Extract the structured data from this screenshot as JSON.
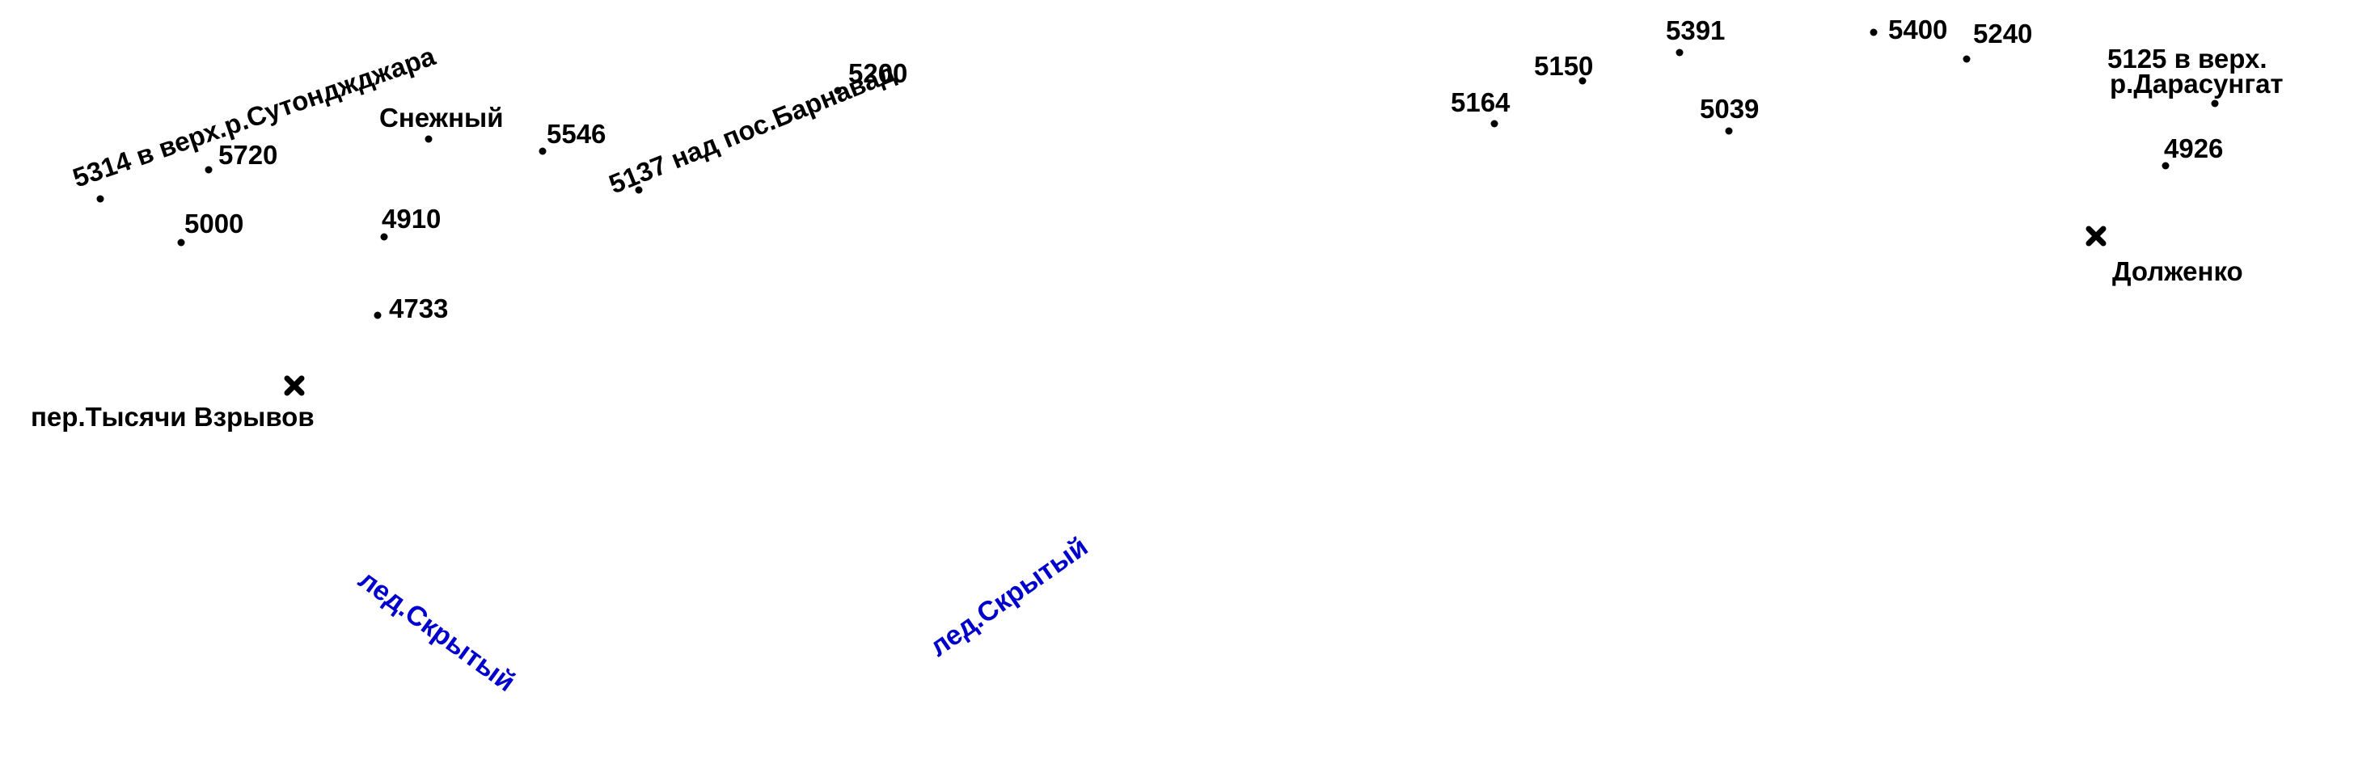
{
  "map": {
    "background": "#ffffff",
    "label_color": "#000000",
    "glacier_color": "#0000cc",
    "peaks": [
      {
        "id": "p5314",
        "label": "5314 в верх.р.Сутонджджара"
      },
      {
        "id": "p5720",
        "label": "5720"
      },
      {
        "id": "p5000",
        "label": "5000"
      },
      {
        "id": "psnezh",
        "label": "Снежный"
      },
      {
        "id": "p4910",
        "label": "4910"
      },
      {
        "id": "p4733",
        "label": "4733"
      },
      {
        "id": "p5546",
        "label": "5546"
      },
      {
        "id": "p5137",
        "label": "5137 над пос.Барнавад"
      },
      {
        "id": "p5200",
        "label": "5200"
      },
      {
        "id": "p5164",
        "label": "5164"
      },
      {
        "id": "p5150",
        "label": "5150"
      },
      {
        "id": "p5391",
        "label": "5391"
      },
      {
        "id": "p5039",
        "label": "5039"
      },
      {
        "id": "p5400",
        "label": "5400"
      },
      {
        "id": "p5240",
        "label": "5240"
      },
      {
        "id": "p5125",
        "label_line1": "5125 в верх.",
        "label_line2": "р.Дарасунгат"
      },
      {
        "id": "p4926",
        "label": "4926"
      }
    ],
    "passes": [
      {
        "id": "pass-thousand",
        "label": "пер.Тысячи Взрывов",
        "icon": "cross-icon"
      },
      {
        "id": "pass-dolzhenko",
        "label": "Долженко",
        "icon": "cross-icon"
      }
    ],
    "glaciers": [
      {
        "id": "g1",
        "label": "лед.Скрытый"
      },
      {
        "id": "g2",
        "label": "лед.Скрытый"
      }
    ]
  }
}
